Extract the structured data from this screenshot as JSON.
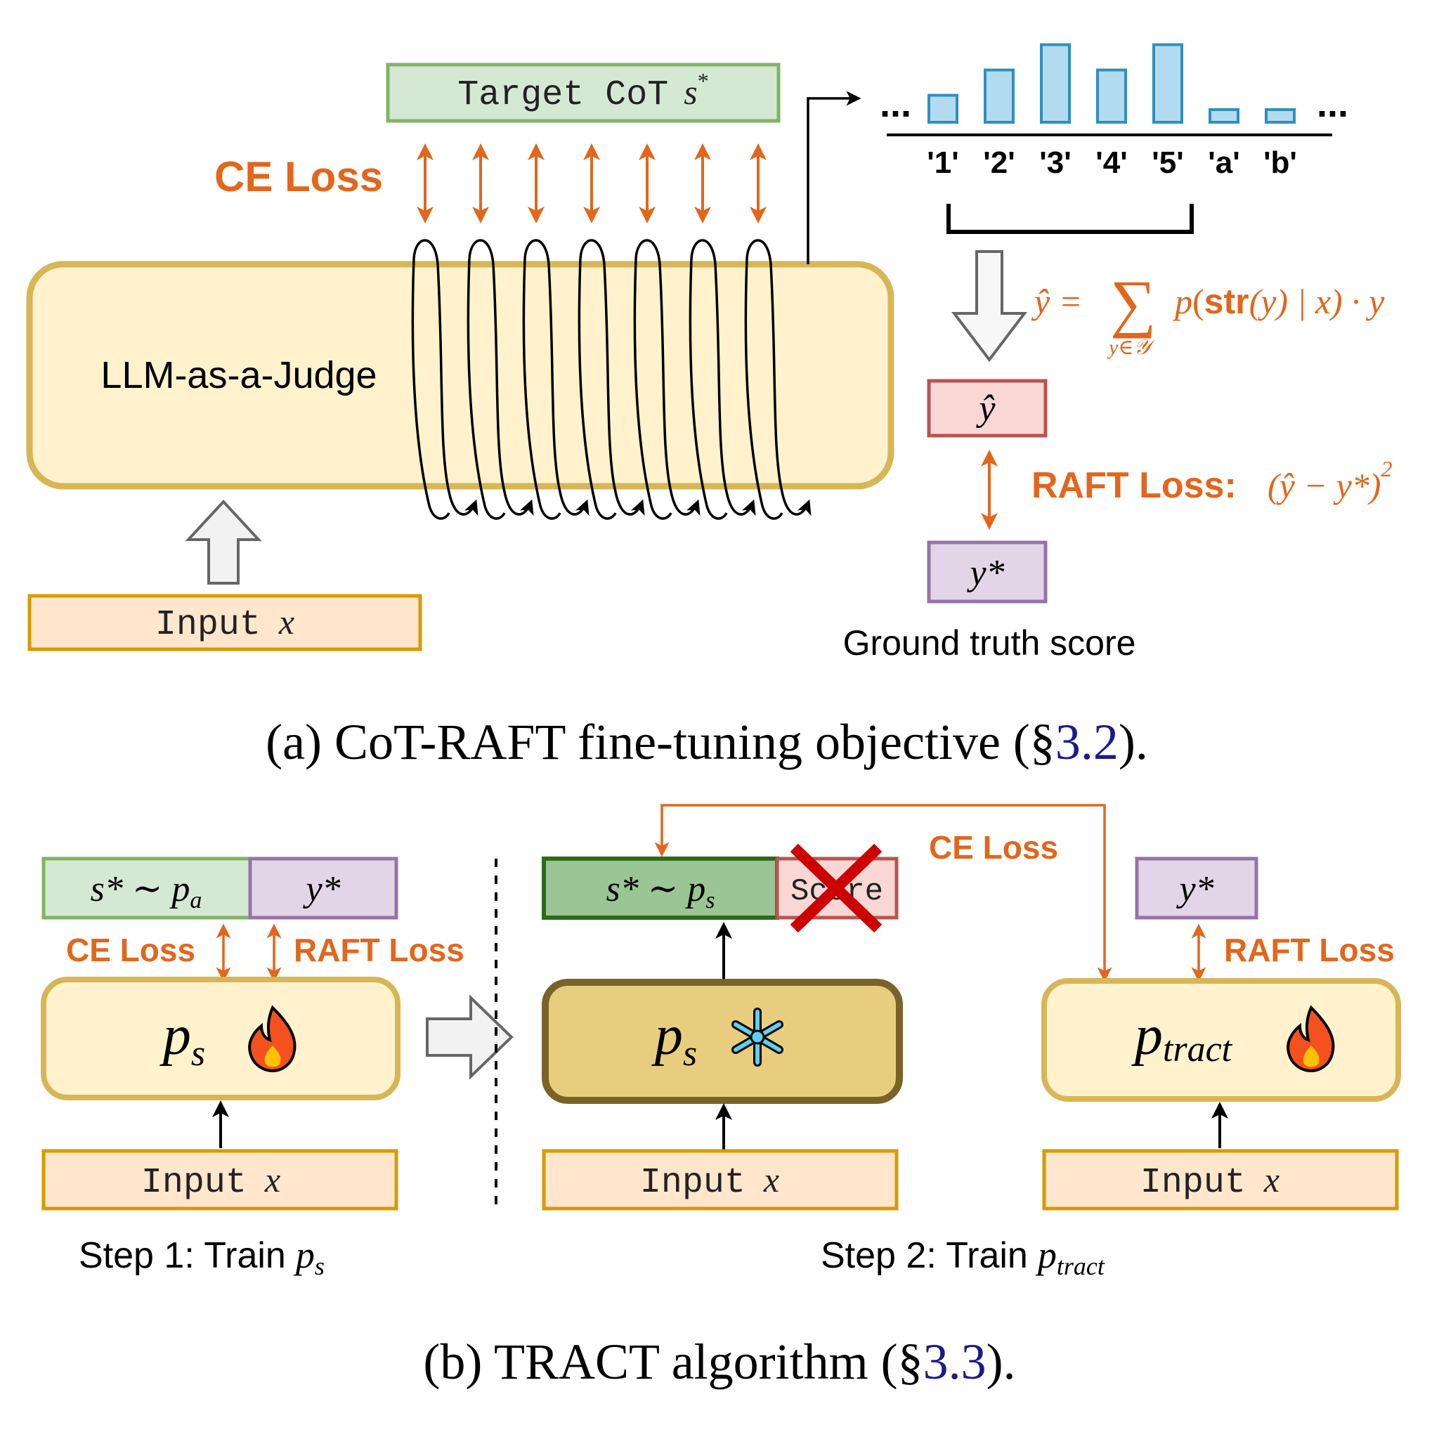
{
  "colors": {
    "orange": "#e2661c",
    "judge_fill": "#fff2cc",
    "judge_stroke": "#d6b656",
    "input_fill": "#ffe6cc",
    "input_stroke": "#d79b00",
    "cot_fill": "#d5e8d4",
    "cot_stroke": "#82b366",
    "cot_dark_fill": "#9ac594",
    "cot_dark_stroke": "#2d6a1a",
    "y_fill": "#f8d7d5",
    "y_stroke": "#b85450",
    "ystar_fill": "#e1d5e7",
    "ystar_stroke": "#9673a6",
    "bar_fill": "#b3dbef",
    "bar_stroke": "#2f8fc0",
    "frozen_fill": "#e8cd7e",
    "frozen_stroke": "#7a6228",
    "link_blue": "#1a1a8c"
  },
  "panel_a": {
    "target_cot_prefix": "Target CoT",
    "target_cot_var": "s",
    "ce_loss": "CE Loss",
    "judge_label": "LLM-as-a-Judge",
    "input_prefix": "Input",
    "input_var": "x",
    "ellipsis": "...",
    "formula_lhs": "ŷ =",
    "formula_sum": "∑",
    "formula_sub": "y∈𝒴",
    "formula_p": "p",
    "formula_str": "str",
    "formula_rest": "(y) | x) · y",
    "yhat_label": "ŷ",
    "raft_loss": "RAFT Loss:",
    "raft_formula": "(ŷ − y*)",
    "raft_exp": "2",
    "ystar_label": "y*",
    "ground_truth": "Ground truth score",
    "caption_main": "(a) CoT-RAFT fine-tuning objective (§",
    "caption_link": "3.2",
    "caption_end": ")."
  },
  "chart_data": {
    "type": "bar",
    "categories": [
      "'1'",
      "'2'",
      "'3'",
      "'4'",
      "'5'",
      "'a'",
      "'b'"
    ],
    "values": [
      0.32,
      0.62,
      0.92,
      0.62,
      0.92,
      0.15,
      0.15
    ],
    "title": "",
    "xlabel": "",
    "ylabel": "",
    "ylim": [
      0,
      1
    ]
  },
  "panel_b": {
    "step1_s_label": "s* ∼ p",
    "step1_s_sub": "a",
    "step1_y_label": "y*",
    "ce_loss": "CE Loss",
    "raft_loss": "RAFT Loss",
    "ps_label": "p",
    "ps_sub": "s",
    "input_prefix": "Input",
    "input_var": "x",
    "step1_caption": "Step 1: Train",
    "step2_s_label": "s* ∼ p",
    "step2_s_sub": "s",
    "score_label": "Score",
    "ce_loss_2": "CE Loss",
    "y_star": "y*",
    "raft_loss_2": "RAFT Loss",
    "ptract_label": "p",
    "ptract_sub": "tract",
    "step2_caption": "Step 2: Train",
    "caption_main": "(b) TRACT algorithm (§",
    "caption_link": "3.3",
    "caption_end": ")."
  }
}
